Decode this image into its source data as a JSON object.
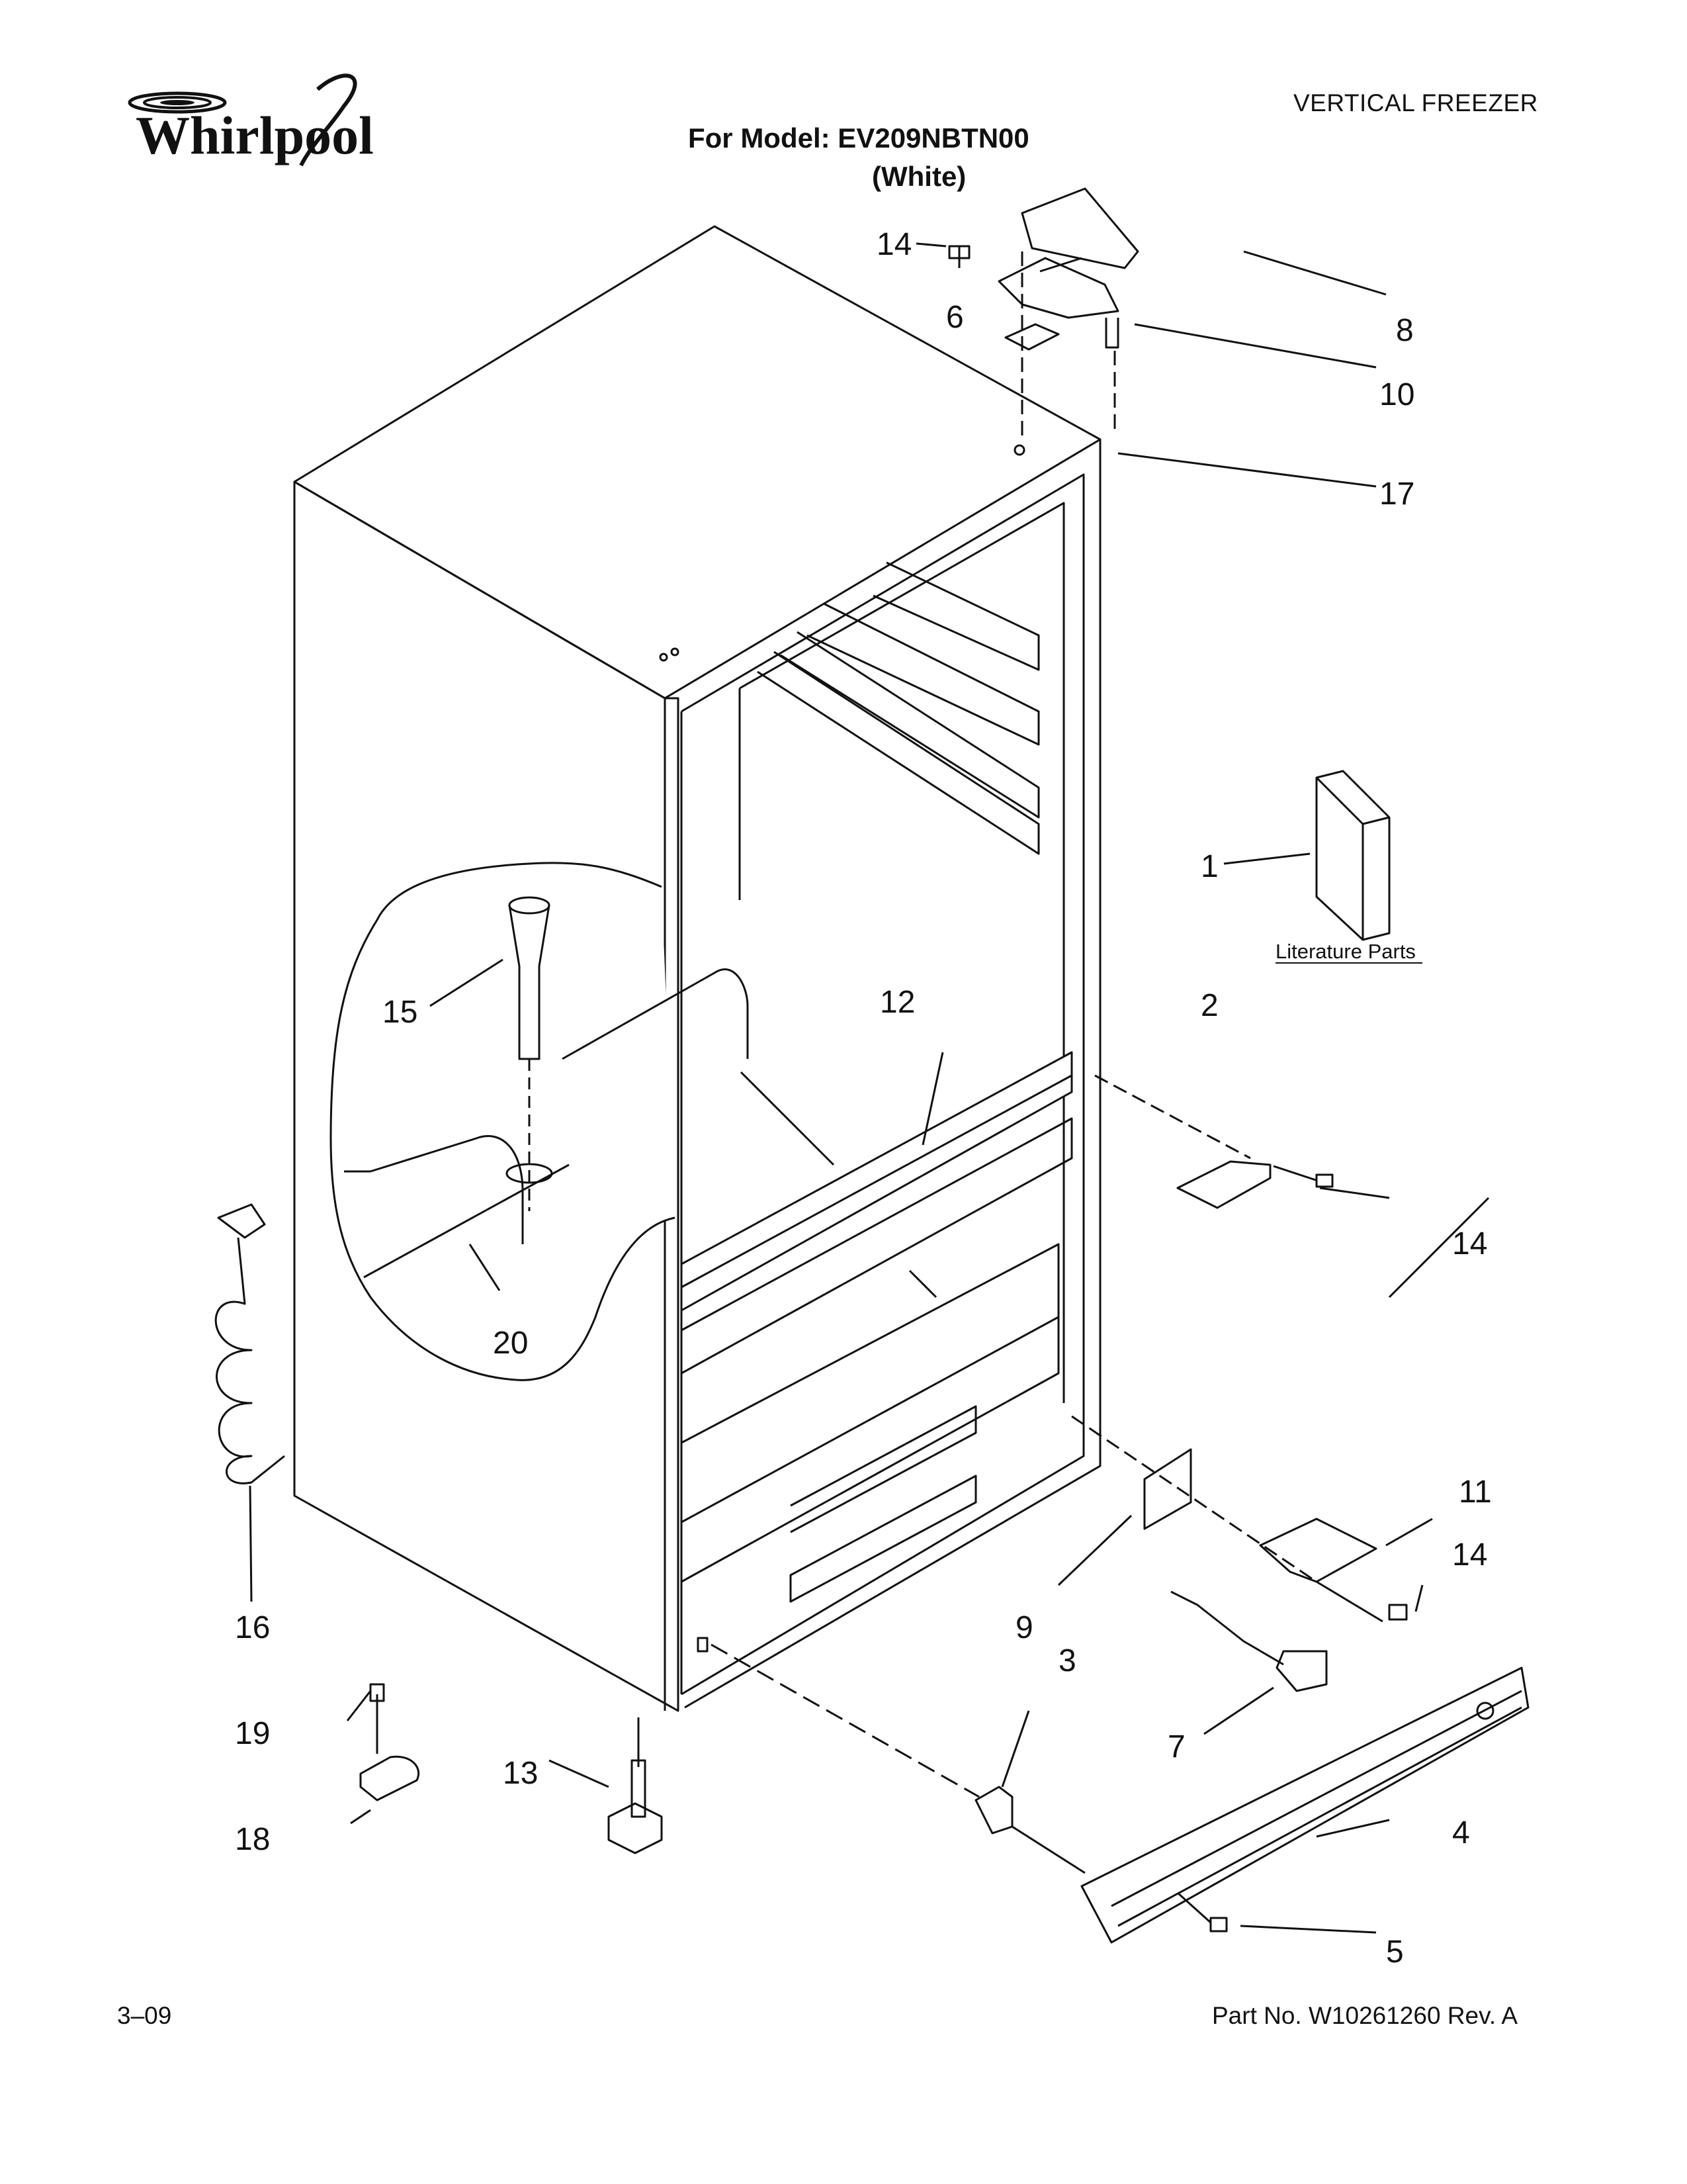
{
  "header": {
    "brand": "Whirlpool",
    "category": "VERTICAL FREEZER",
    "model_line": "For Model: EV209NBTN00",
    "color_line": "(White)"
  },
  "literature_label": "Literature Parts",
  "callouts": [
    "14",
    "6",
    "8",
    "10",
    "17",
    "1",
    "2",
    "12",
    "15",
    "14",
    "20",
    "16",
    "11",
    "14",
    "9",
    "3",
    "7",
    "19",
    "13",
    "4",
    "18",
    "5"
  ],
  "footer": {
    "date": "3–09",
    "part_number": "Part No. W10261260 Rev. A"
  }
}
